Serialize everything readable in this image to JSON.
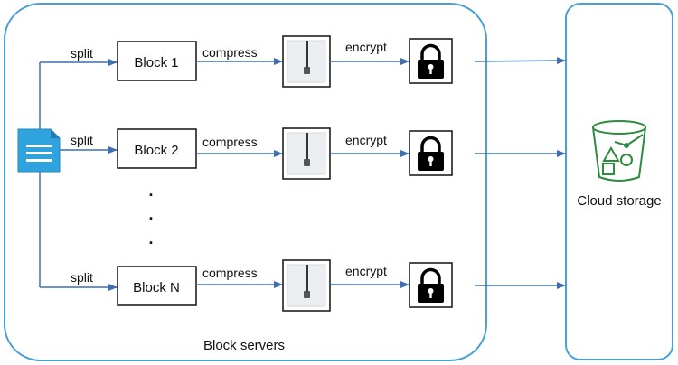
{
  "labels": {
    "block_servers": "Block servers",
    "cloud_storage": "Cloud storage",
    "split": "split",
    "compress": "compress",
    "encrypt": "encrypt",
    "ellipsis_dot": "."
  },
  "rows": [
    {
      "block": "Block 1"
    },
    {
      "block": "Block 2"
    },
    {
      "block": "Block N"
    }
  ],
  "icons": {
    "file": "document-icon",
    "compress": "zip-archive-icon",
    "encrypt": "padlock-icon",
    "cloud": "storage-bucket-icon"
  },
  "colors": {
    "container_border": "#4a9fd6",
    "arrow": "#3d6fb2",
    "file_icon": "#2fa3de",
    "bucket": "#2e8b3e"
  }
}
